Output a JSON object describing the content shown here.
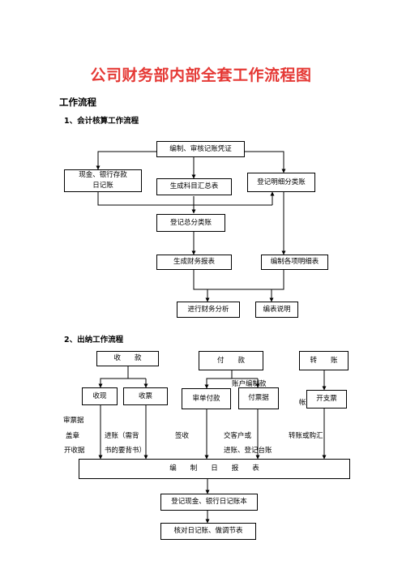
{
  "title": "公司财务部内部全套工作流程图",
  "section_heading": "工作流程",
  "flow1": {
    "heading": "1、会计核算工作流程",
    "nodes": {
      "prepare_vouchers": "编制、审核记账凭证",
      "cash_bank_journal": "现金、银行存款\n日记账",
      "summary_table": "生成科目汇总表",
      "detail_ledger": "登记明细分类账",
      "general_ledger": "登记总分类账",
      "financial_statements": "生成财务报表",
      "detail_tables": "编制各项明细表",
      "analysis": "进行财务分析",
      "explanation": "编表说明"
    }
  },
  "flow2": {
    "heading": "2、出纳工作流程",
    "nodes": {
      "receive": "收　　款",
      "pay": "付　　款",
      "transfer": "转　　账",
      "cash_receipt": "收现",
      "check_receipt": "收票",
      "review_payment": "审单付款",
      "pay_by_check": "付票据",
      "issue_check": "开支票",
      "daily_report": "编　　制　　日　　报　　表",
      "register_journal": "登记现金、银行日记账本",
      "reconcile": "核对日记账、做调节表"
    },
    "notes": {
      "account_check": "账户编制款",
      "shen_piao_ju": "审票据",
      "gai_zhang": "盖章",
      "kai_shou_ju": "开收据",
      "jin_zhang": "进账（需背",
      "shu_de": "书的要背书）",
      "qian_shou": "签收",
      "jiao_ke_hu": "交客户或",
      "jin_zhang_deng": "进账、登记台账",
      "zhuan_zhang": "转账或购汇",
      "trans_mark": "帐"
    }
  }
}
